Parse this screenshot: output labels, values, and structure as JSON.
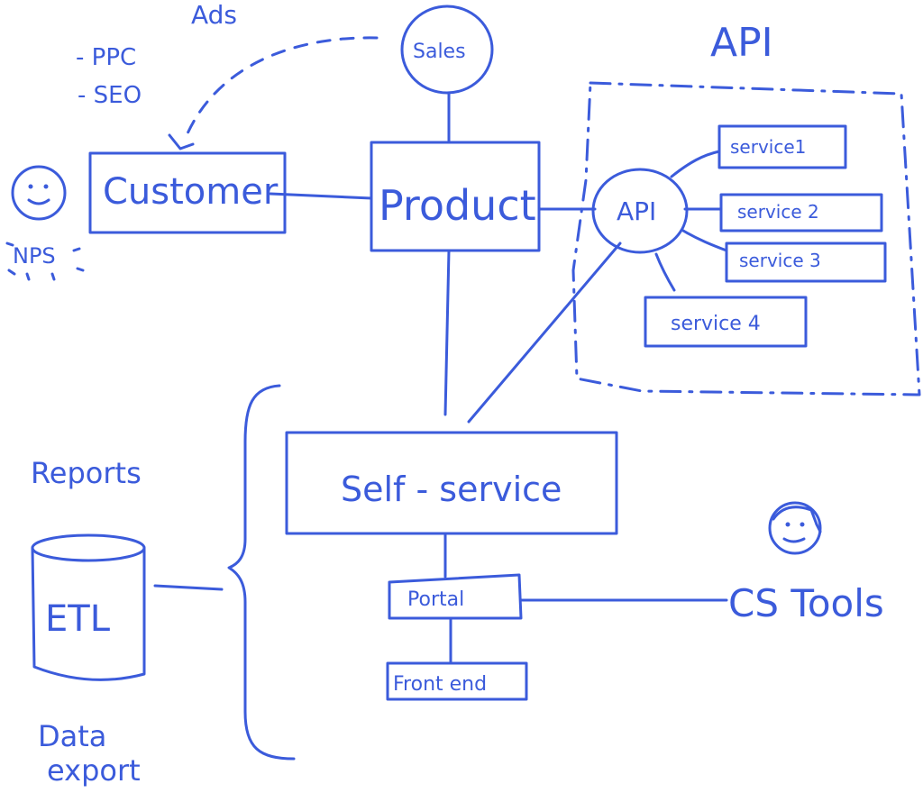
{
  "colors": {
    "ink": "#3b5bdb",
    "background": "#ffffff"
  },
  "labels": {
    "ads": "Ads",
    "ppc": "- PPC",
    "seo": "- SEO",
    "sales": "Sales",
    "customer": "Customer",
    "nps": "NPS",
    "product": "Product",
    "api_group": "API",
    "api_node": "API",
    "service1": "service1",
    "service2": "service 2",
    "service3": "service 3",
    "service4": "service 4",
    "reports": "Reports",
    "etl": "ETL",
    "data_export_line1": "Data",
    "data_export_line2": "export",
    "self_service": "Self - service",
    "portal": "Portal",
    "front_end": "Front end",
    "cs_tools": "CS Tools"
  },
  "icons": {
    "customer_face": "smiley-face-icon",
    "cs_agent": "headset-person-icon"
  }
}
